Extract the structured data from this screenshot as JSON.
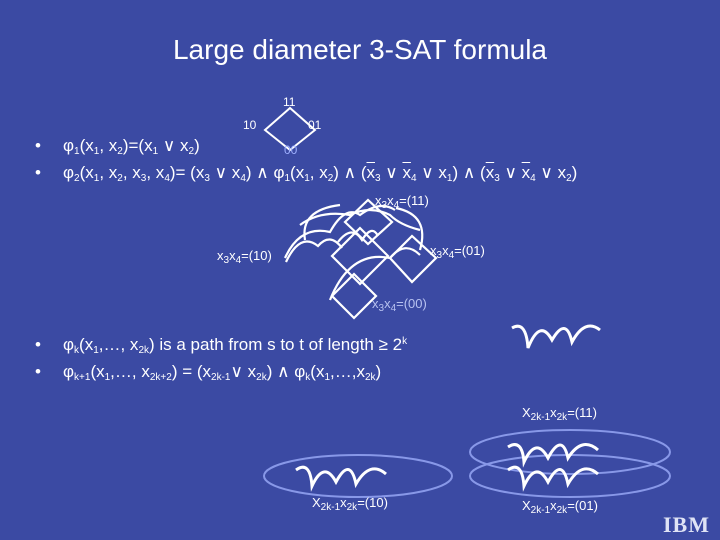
{
  "title": "Large diameter 3-SAT formula",
  "top_graph": {
    "label_11": "11",
    "label_10": "10",
    "label_01": "01",
    "label_00": "00"
  },
  "bullets_a": [
    {
      "phi": "φ",
      "idx": "1",
      "lhs_args": "(x",
      "i1": "1",
      "comma": ", x",
      "i2": "2",
      "rhs": ")=(x",
      "r1": "1",
      "or": " ∨ x",
      "r2": "2",
      "end": ")"
    },
    {
      "phi": "φ",
      "idx": "2",
      "p1": "(x",
      "s1": "1",
      "p2": ", x",
      "s2": "2",
      "p3": ", x",
      "s3": "3",
      "p4": ", x",
      "s4": "4",
      "p5": ")= (x",
      "s5": "3",
      "p6": " ∨ x",
      "s6": "4",
      "p7": ") ∧ ",
      "phi2": "φ",
      "s7": "1",
      "p8": "(x",
      "s8": "1",
      "p9": ", x",
      "s9": "2",
      "p10": ") ∧ (",
      "x3": "x",
      "s10": "3",
      "p11": " ∨ ",
      "x4": "x",
      "s11": "4",
      "p12": " ∨ x",
      "s12": "1",
      "p13": ") ∧ (",
      "x3b": "x",
      "s13": "3",
      "p14": " ∨ ",
      "x4b": "x",
      "s14": "4",
      "p15": " ∨ x",
      "s15": "2",
      "p16": ")"
    }
  ],
  "mid_graph": {
    "top": {
      "pre": "x",
      "s1": "3",
      "mid": "x",
      "s2": "4",
      "post": "=(11)"
    },
    "left": {
      "pre": "x",
      "s1": "3",
      "mid": "x",
      "s2": "4",
      "post": "=(10)"
    },
    "right": {
      "pre": "x",
      "s1": "3",
      "mid": "x",
      "s2": "4",
      "post": "=(01)"
    },
    "bottom": {
      "pre": "x",
      "s1": "3",
      "mid": "x",
      "s2": "4",
      "post": "=(00)"
    }
  },
  "bullets_b": [
    {
      "phi": "φ",
      "idx": "k",
      "p1": "(x",
      "s1": "1",
      "p2": ",…, x",
      "s2": "2k",
      "p3": ")  is a path from s to t of length ≥ 2",
      "sup": "k"
    },
    {
      "phi": "φ",
      "idx": "k+1",
      "p1": "(x",
      "s1": "1",
      "p2": ",…, x",
      "s2": "2k+2",
      "p3": ") =  (x",
      "s3": "2k-1",
      "p4": "∨ x",
      "s4": "2k",
      "p5": ") ∧ ",
      "phi2": "φ",
      "s5": "k",
      "p6": "(x",
      "s6": "1",
      "p7": ",…,x",
      "s7": "2k",
      "p8": ")"
    }
  ],
  "bottom_graph": {
    "top": {
      "pre": "X",
      "s1": "2k-1",
      "mid": "x",
      "s2": "2k",
      "post": "=(11)"
    },
    "left": {
      "pre": "X",
      "s1": "2k-1",
      "mid": "x",
      "s2": "2k",
      "post": "=(10)"
    },
    "right": {
      "pre": "X",
      "s1": "2k-1",
      "mid": "x",
      "s2": "2k",
      "post": "=(01)"
    }
  },
  "bullet_symbol": "•",
  "logo": "IBM",
  "colors": {
    "background": "#3b4aa3",
    "foreground": "#ffffff",
    "ellipse": "#8898e8"
  }
}
